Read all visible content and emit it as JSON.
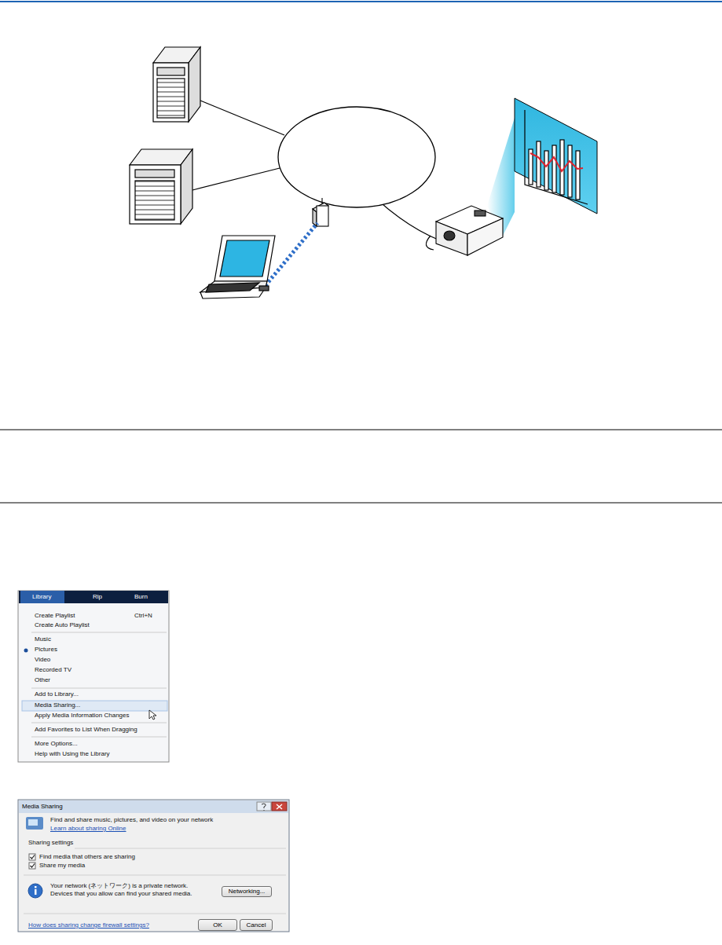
{
  "diagram": {
    "nodes": [
      {
        "text": [
          "Networking..."
        ]
      },
      {
        "text": [
          "OK"
        ]
      },
      {
        "text": [
          "Cancel"
        ]
      }
    ],
    "labels": [
      "Library",
      "Rip",
      "Burn",
      "Create Playlist",
      "Ctrl+N",
      "Create Auto Playlist",
      "Music",
      "Pictures",
      "Video",
      "Recorded TV",
      "Other",
      "Add to Library...",
      "Media Sharing...",
      "Apply Media Information Changes",
      "Add Favorites to List When Dragging",
      "More Options...",
      "Help with Using the Library",
      "Media Sharing",
      "Find and share music, pictures, and video on your network",
      "Learn about sharing Online",
      "Sharing settings",
      "Find media that others are sharing",
      "Share my media",
      "Your network (ネットワーク) is a private network. Devices that you allow can find your shared media.",
      "How does sharing change firewall settings?"
    ]
  }
}
